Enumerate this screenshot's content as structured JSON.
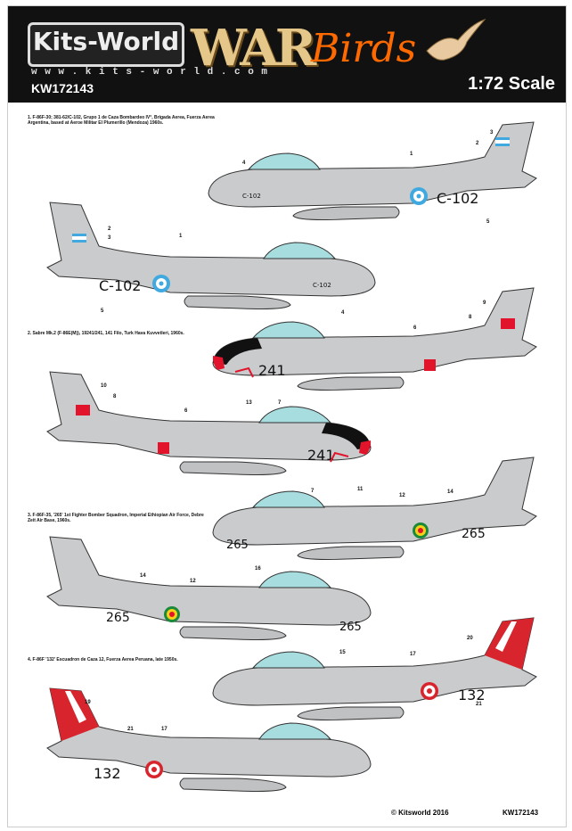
{
  "header": {
    "brand": "Kits-World",
    "website": "w w w . k i t s - w o r l d . c o m",
    "product_code": "KW172143",
    "title_war": "WAR",
    "title_birds": "Birds",
    "scale": "1:72 Scale"
  },
  "captions": {
    "c1": "1. F-86F-30; 381-62/C-102, Grupo 1 de Caza Bombardeo IV°, Brigada Aerea, Fuerza Aerea Argentina, based at Aeroe Militar El Plumerillo (Mendoza) 1960s.",
    "c2": "2. Sabre Mk.2 (F-86E(M)), 19241/241, 141 Filo, Turk Hava Kuvvetleri, 1960s.",
    "c3": "3. F-86F-35, '265' 1st Fighter Bomber Squadron, Imperial Ethiopian Air Force, Debre Zeit Air Base, 1960s.",
    "c4": "4. F-86F '132' Escuadron de Caza 12, Fuerza Aerea Peruana, late 1950s."
  },
  "serials": {
    "arg": "C-102",
    "turk": "241",
    "eth": "265",
    "peru": "132"
  },
  "footer": {
    "copyright": "© Kitsworld 2016",
    "code": "KW172143"
  },
  "colors": {
    "silver": "#c9cbcd",
    "dark_silver": "#9a9c9e",
    "canopy": "#a8dde0",
    "argentina_blue": "#3fa9e0",
    "turkey_red": "#e2142c",
    "ethiopia_green": "#1a8a3a",
    "ethiopia_yellow": "#f7d117",
    "peru_red": "#d8242c"
  }
}
